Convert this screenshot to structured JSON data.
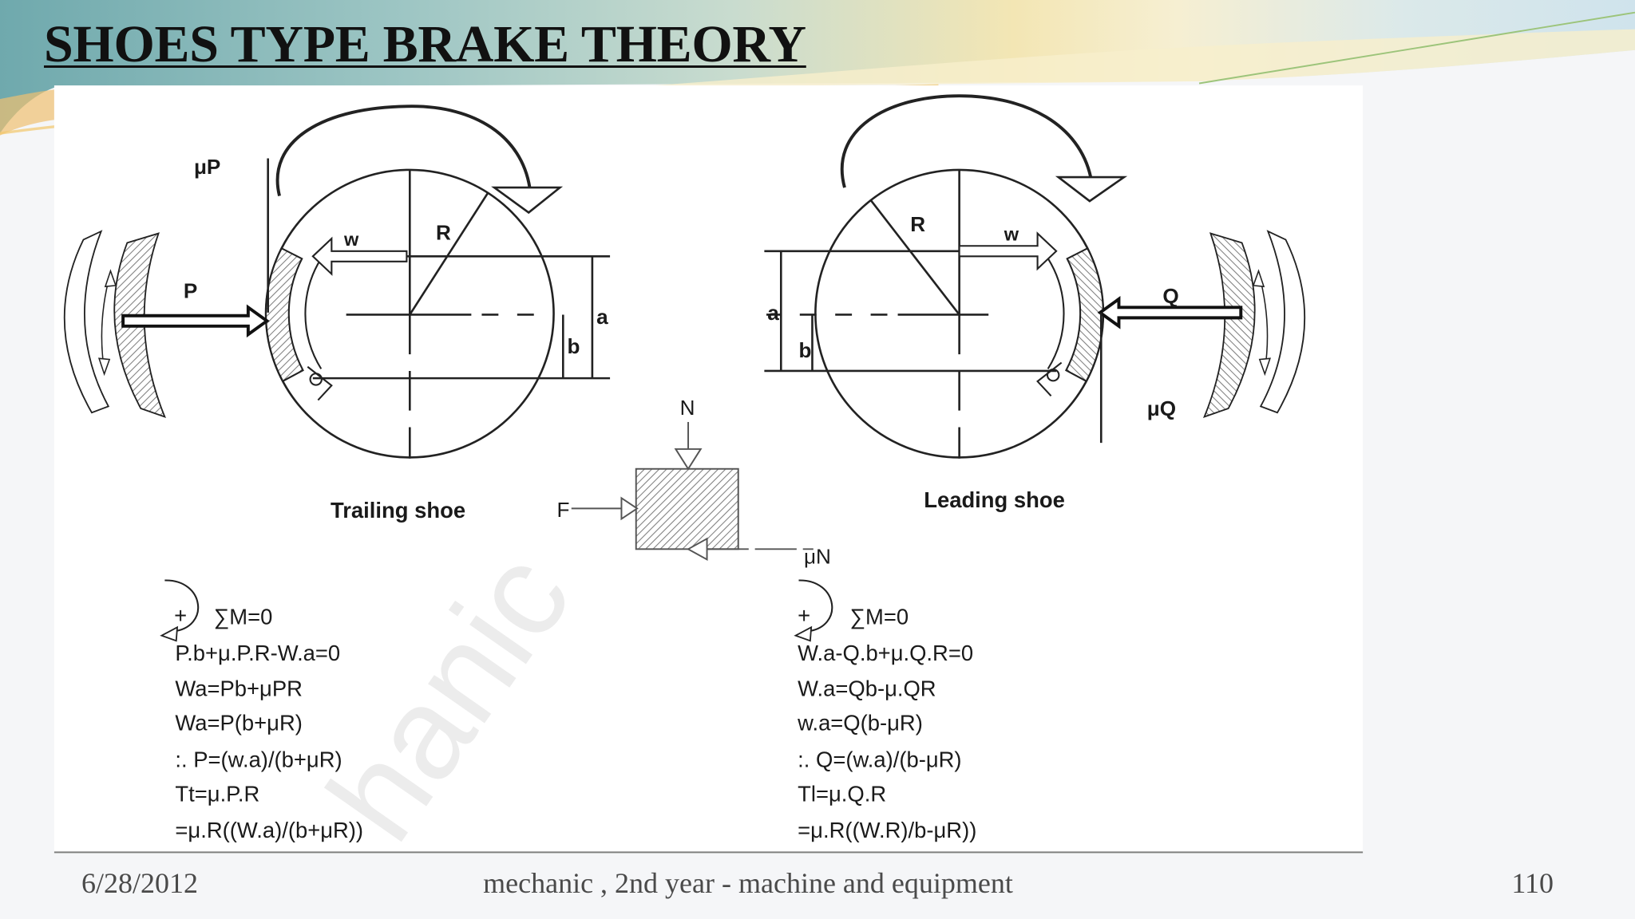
{
  "slide": {
    "title": "SHOES TYPE BRAKE THEORY",
    "footer": {
      "date": "6/28/2012",
      "center_text": "mechanic , 2nd year - machine and equipment",
      "page_number": "110"
    },
    "watermark": "hanic"
  },
  "diagram": {
    "trailing_shoe": {
      "caption": "Trailing shoe",
      "actuating_force": "P",
      "friction_force": "μP",
      "wear_direction": "w",
      "radius": "R",
      "dimension_a": "a",
      "dimension_b": "b"
    },
    "leading_shoe": {
      "caption": "Leading shoe",
      "actuating_force": "Q",
      "friction_force": "μQ",
      "wear_direction": "w",
      "radius": "R",
      "dimension_a": "a",
      "dimension_b": "b"
    },
    "free_body_block": {
      "normal_force": "N",
      "applied_force": "F",
      "friction_force": "μN"
    }
  },
  "equations": {
    "trailing": {
      "sign": "+",
      "moment_sum": "∑M=0",
      "lines": [
        "P.b+μ.P.R-W.a=0",
        "Wa=Pb+μPR",
        "Wa=P(b+μR)",
        ":. P=(w.a)/(b+μR)",
        "Tt=μ.P.R",
        "=μ.R((W.a)/(b+μR))"
      ]
    },
    "leading": {
      "sign": "+",
      "moment_sum": "∑M=0",
      "lines": [
        "W.a-Q.b+μ.Q.R=0",
        "W.a=Qb-μ.QR",
        "w.a=Q(b-μR)",
        ":. Q=(w.a)/(b-μR)",
        "Tl=μ.Q.R",
        "=μ.R((W.R)/b-μR))"
      ]
    }
  },
  "colors": {
    "title": "#111111",
    "text": "#1a1a1a",
    "footer_text": "#4a4a4a",
    "line": "#222222",
    "hatch": "#7d7d7d",
    "page_background": "#f5f6f8",
    "content_background": "#ffffff",
    "watermark": "#ececec",
    "band_teal": "#6fa9ad",
    "band_cream": "#f3e6b4",
    "band_blue": "#cfe3ec",
    "accent_orange": "#f0c070"
  }
}
